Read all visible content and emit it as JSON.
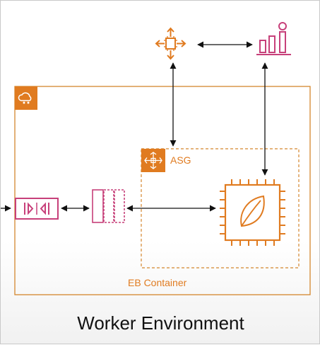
{
  "colors": {
    "aws_orange": "#e07b20",
    "eb_border": "#d4872e",
    "pink": "#c7407a",
    "arrow": "#111111"
  },
  "icons": {
    "scaling": "auto-scaling-icon",
    "metrics": "cloudwatch-metrics-icon",
    "eb": "elastic-beanstalk-icon",
    "asg": "auto-scaling-group-icon",
    "queue": "sqs-queue-icon",
    "daemon": "sqs-daemon-icon",
    "instance": "ec2-instance-icon"
  },
  "labels": {
    "asg": "ASG",
    "eb_container": "EB Container",
    "caption": "Worker Environment"
  }
}
